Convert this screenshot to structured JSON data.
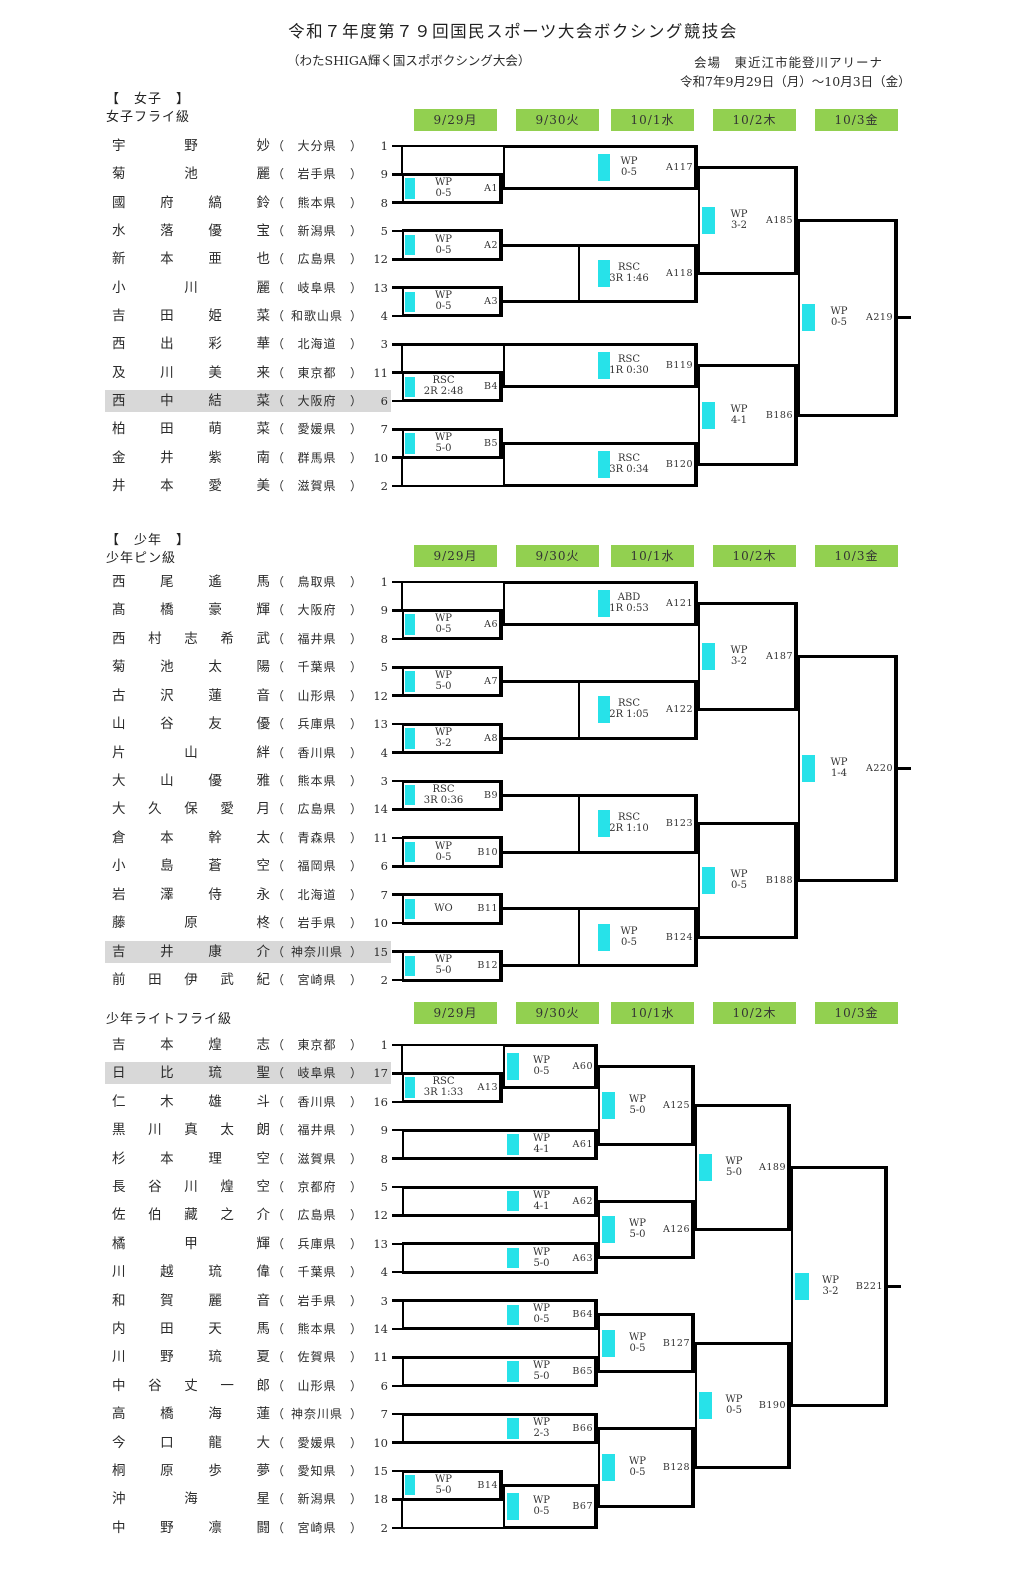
{
  "header": {
    "title": "令和７年度第７９回国民スポーツ大会ボクシング競技会",
    "subtitle": "（わたSHIGA輝く国スポボクシング大会）",
    "venue": "会場　東近江市能登川アリーナ",
    "dates": "令和7年9月29日（月）～10月3日（金）"
  },
  "day_labels": [
    "9/29月",
    "9/30火",
    "10/1水",
    "10/2木",
    "10/3金"
  ],
  "colors": {
    "badge_green": "#92d050",
    "cyan": "#27e2e9",
    "highlight": "#d8d8d8",
    "line": "#000000"
  },
  "sections": [
    {
      "group_label": "【　女子　】",
      "class_label": "女子フライ級",
      "entrants": [
        {
          "name": "宇野 妙",
          "pref": "大分県",
          "seed": "1",
          "highlight": false
        },
        {
          "name": "菊池 麗",
          "pref": "岩手県",
          "seed": "9",
          "highlight": false
        },
        {
          "name": "國府 縞鈴",
          "pref": "熊本県",
          "seed": "8",
          "highlight": false
        },
        {
          "name": "水落 優宝",
          "pref": "新潟県",
          "seed": "5",
          "highlight": false
        },
        {
          "name": "新本 亜也",
          "pref": "広島県",
          "seed": "12",
          "highlight": false
        },
        {
          "name": "小川 麗",
          "pref": "岐阜県",
          "seed": "13",
          "highlight": false
        },
        {
          "name": "吉田 姫菜",
          "pref": "和歌山県",
          "seed": "4",
          "highlight": false
        },
        {
          "name": "西出 彩華",
          "pref": "北海道",
          "seed": "3",
          "highlight": false
        },
        {
          "name": "及川 美来",
          "pref": "東京都",
          "seed": "11",
          "highlight": false
        },
        {
          "name": "西中 結菜",
          "pref": "大阪府",
          "seed": "6",
          "highlight": true
        },
        {
          "name": "柏田 萌菜",
          "pref": "愛媛県",
          "seed": "7",
          "highlight": false
        },
        {
          "name": "金井 紫南",
          "pref": "群馬県",
          "seed": "10",
          "highlight": false
        },
        {
          "name": "井本 愛美",
          "pref": "滋賀県",
          "seed": "2",
          "highlight": false
        }
      ],
      "matches": [
        {
          "id": "A1",
          "round": 1,
          "top": "e1",
          "bottom": "e2",
          "result": [
            "WP",
            "0-5"
          ]
        },
        {
          "id": "A2",
          "round": 1,
          "top": "e3",
          "bottom": "e4",
          "result": [
            "WP",
            "0-5"
          ]
        },
        {
          "id": "A3",
          "round": 1,
          "top": "e5",
          "bottom": "e6",
          "result": [
            "WP",
            "0-5"
          ]
        },
        {
          "id": "B4",
          "round": 1,
          "top": "e8",
          "bottom": "e9",
          "result": [
            "RSC",
            "2R 2:48"
          ]
        },
        {
          "id": "B5",
          "round": 1,
          "top": "e10",
          "bottom": "e11",
          "result": [
            "WP",
            "5-0"
          ]
        },
        {
          "id": "A117",
          "round": 2,
          "top": "e0",
          "bottom": "mA1",
          "result": [
            "WP",
            "0-5"
          ]
        },
        {
          "id": "A118",
          "round": 2,
          "top": "mA2",
          "bottom": "mA3",
          "result": [
            "RSC",
            "3R 1:46"
          ]
        },
        {
          "id": "B119",
          "round": 2,
          "top": "e7",
          "bottom": "mB4",
          "result": [
            "RSC",
            "1R 0:30"
          ]
        },
        {
          "id": "B120",
          "round": 2,
          "top": "mB5",
          "bottom": "e12",
          "result": [
            "RSC",
            "3R 0:34"
          ]
        },
        {
          "id": "A185",
          "round": 3,
          "top": "mA117",
          "bottom": "mA118",
          "result": [
            "WP",
            "3-2"
          ]
        },
        {
          "id": "B186",
          "round": 3,
          "top": "mB119",
          "bottom": "mB120",
          "result": [
            "WP",
            "4-1"
          ]
        },
        {
          "id": "A219",
          "round": 4,
          "top": "mA185",
          "bottom": "mB186",
          "result": [
            "WP",
            "0-5"
          ]
        }
      ]
    },
    {
      "group_label": "【　少年　】",
      "class_label": "少年ピン級",
      "entrants": [
        {
          "name": "西尾 遙馬",
          "pref": "鳥取県",
          "seed": "1",
          "highlight": false
        },
        {
          "name": "髙橋 豪輝",
          "pref": "大阪府",
          "seed": "9",
          "highlight": false
        },
        {
          "name": "西村 志希武",
          "pref": "福井県",
          "seed": "8",
          "highlight": false
        },
        {
          "name": "菊池 太陽",
          "pref": "千葉県",
          "seed": "5",
          "highlight": false
        },
        {
          "name": "古沢 蓮音",
          "pref": "山形県",
          "seed": "12",
          "highlight": false
        },
        {
          "name": "山谷 友優",
          "pref": "兵庫県",
          "seed": "13",
          "highlight": false
        },
        {
          "name": "片山 絆",
          "pref": "香川県",
          "seed": "4",
          "highlight": false
        },
        {
          "name": "大山 優雅",
          "pref": "熊本県",
          "seed": "3",
          "highlight": false
        },
        {
          "name": "大久保 愛月",
          "pref": "広島県",
          "seed": "14",
          "highlight": false
        },
        {
          "name": "倉本 幹太",
          "pref": "青森県",
          "seed": "11",
          "highlight": false
        },
        {
          "name": "小島 蒼空",
          "pref": "福岡県",
          "seed": "6",
          "highlight": false
        },
        {
          "name": "岩澤 侍永",
          "pref": "北海道",
          "seed": "7",
          "highlight": false
        },
        {
          "name": "藤原 柊",
          "pref": "岩手県",
          "seed": "10",
          "highlight": false
        },
        {
          "name": "吉井 康介",
          "pref": "神奈川県",
          "seed": "15",
          "highlight": true
        },
        {
          "name": "前田 伊武紀",
          "pref": "宮崎県",
          "seed": "2",
          "highlight": false
        }
      ],
      "matches": [
        {
          "id": "A6",
          "round": 1,
          "top": "e1",
          "bottom": "e2",
          "result": [
            "WP",
            "0-5"
          ]
        },
        {
          "id": "A7",
          "round": 1,
          "top": "e3",
          "bottom": "e4",
          "result": [
            "WP",
            "5-0"
          ]
        },
        {
          "id": "A8",
          "round": 1,
          "top": "e5",
          "bottom": "e6",
          "result": [
            "WP",
            "3-2"
          ]
        },
        {
          "id": "B9",
          "round": 1,
          "top": "e7",
          "bottom": "e8",
          "result": [
            "RSC",
            "3R 0:36"
          ]
        },
        {
          "id": "B10",
          "round": 1,
          "top": "e9",
          "bottom": "e10",
          "result": [
            "WP",
            "0-5"
          ]
        },
        {
          "id": "B11",
          "round": 1,
          "top": "e11",
          "bottom": "e12",
          "result": [
            "WO"
          ]
        },
        {
          "id": "B12",
          "round": 1,
          "top": "e13",
          "bottom": "e14",
          "result": [
            "WP",
            "5-0"
          ]
        },
        {
          "id": "A121",
          "round": 2,
          "top": "e0",
          "bottom": "mA6",
          "result": [
            "ABD",
            "1R 0:53"
          ]
        },
        {
          "id": "A122",
          "round": 2,
          "top": "mA7",
          "bottom": "mA8",
          "result": [
            "RSC",
            "2R 1:05"
          ]
        },
        {
          "id": "B123",
          "round": 2,
          "top": "mB9",
          "bottom": "mB10",
          "result": [
            "RSC",
            "2R 1:10"
          ]
        },
        {
          "id": "B124",
          "round": 2,
          "top": "mB11",
          "bottom": "mB12",
          "result": [
            "WP",
            "0-5"
          ]
        },
        {
          "id": "A187",
          "round": 3,
          "top": "mA121",
          "bottom": "mA122",
          "result": [
            "WP",
            "3-2"
          ]
        },
        {
          "id": "B188",
          "round": 3,
          "top": "mB123",
          "bottom": "mB124",
          "result": [
            "WP",
            "0-5"
          ]
        },
        {
          "id": "A220",
          "round": 4,
          "top": "mA187",
          "bottom": "mB188",
          "result": [
            "WP",
            "1-4"
          ]
        }
      ]
    },
    {
      "group_label": null,
      "class_label": "少年ライトフライ級",
      "entrants": [
        {
          "name": "吉本 煌志",
          "pref": "東京都",
          "seed": "1",
          "highlight": false
        },
        {
          "name": "日比 琉聖",
          "pref": "岐阜県",
          "seed": "17",
          "highlight": true
        },
        {
          "name": "仁木 雄斗",
          "pref": "香川県",
          "seed": "16",
          "highlight": false
        },
        {
          "name": "黒川 真太朗",
          "pref": "福井県",
          "seed": "9",
          "highlight": false
        },
        {
          "name": "杉本 理空",
          "pref": "滋賀県",
          "seed": "8",
          "highlight": false
        },
        {
          "name": "長谷川 煌空",
          "pref": "京都府",
          "seed": "5",
          "highlight": false
        },
        {
          "name": "佐伯 藏之介",
          "pref": "広島県",
          "seed": "12",
          "highlight": false
        },
        {
          "name": "橘 甲輝",
          "pref": "兵庫県",
          "seed": "13",
          "highlight": false
        },
        {
          "name": "川越 琉偉",
          "pref": "千葉県",
          "seed": "4",
          "highlight": false
        },
        {
          "name": "和賀 麗音",
          "pref": "岩手県",
          "seed": "3",
          "highlight": false
        },
        {
          "name": "内田 天馬",
          "pref": "熊本県",
          "seed": "14",
          "highlight": false
        },
        {
          "name": "川野 琉夏",
          "pref": "佐賀県",
          "seed": "11",
          "highlight": false
        },
        {
          "name": "中谷 丈一郎",
          "pref": "山形県",
          "seed": "6",
          "highlight": false
        },
        {
          "name": "高橋 海蓮",
          "pref": "神奈川県",
          "seed": "7",
          "highlight": false
        },
        {
          "name": "今口 龍大",
          "pref": "愛媛県",
          "seed": "10",
          "highlight": false
        },
        {
          "name": "桐原 歩夢",
          "pref": "愛知県",
          "seed": "15",
          "highlight": false
        },
        {
          "name": "沖 海星",
          "pref": "新潟県",
          "seed": "18",
          "highlight": false
        },
        {
          "name": "中野 凛闘",
          "pref": "宮崎県",
          "seed": "2",
          "highlight": false
        }
      ],
      "matches": [
        {
          "id": "A13",
          "round": 1,
          "top": "e1",
          "bottom": "e2",
          "result": [
            "RSC",
            "3R 1:33"
          ]
        },
        {
          "id": "B14",
          "round": 1,
          "top": "e15",
          "bottom": "e16",
          "result": [
            "WP",
            "5-0"
          ]
        },
        {
          "id": "A60",
          "round": 2,
          "top": "e0",
          "bottom": "mA13",
          "result": [
            "WP",
            "0-5"
          ]
        },
        {
          "id": "A61",
          "round": 2,
          "top": "e3",
          "bottom": "e4",
          "result": [
            "WP",
            "4-1"
          ]
        },
        {
          "id": "A62",
          "round": 2,
          "top": "e5",
          "bottom": "e6",
          "result": [
            "WP",
            "4-1"
          ]
        },
        {
          "id": "A63",
          "round": 2,
          "top": "e7",
          "bottom": "e8",
          "result": [
            "WP",
            "5-0"
          ]
        },
        {
          "id": "B64",
          "round": 2,
          "top": "e9",
          "bottom": "e10",
          "result": [
            "WP",
            "0-5"
          ]
        },
        {
          "id": "B65",
          "round": 2,
          "top": "e11",
          "bottom": "e12",
          "result": [
            "WP",
            "5-0"
          ]
        },
        {
          "id": "B66",
          "round": 2,
          "top": "e13",
          "bottom": "e14",
          "result": [
            "WP",
            "2-3"
          ]
        },
        {
          "id": "B67",
          "round": 2,
          "top": "mB14",
          "bottom": "e17",
          "result": [
            "WP",
            "0-5"
          ]
        },
        {
          "id": "A125",
          "round": 3,
          "top": "mA60",
          "bottom": "mA61",
          "result": [
            "WP",
            "5-0"
          ]
        },
        {
          "id": "A126",
          "round": 3,
          "top": "mA62",
          "bottom": "mA63",
          "result": [
            "WP",
            "5-0"
          ]
        },
        {
          "id": "B127",
          "round": 3,
          "top": "mB64",
          "bottom": "mB65",
          "result": [
            "WP",
            "0-5"
          ]
        },
        {
          "id": "B128",
          "round": 3,
          "top": "mB66",
          "bottom": "mB67",
          "result": [
            "WP",
            "0-5"
          ]
        },
        {
          "id": "A189",
          "round": 4,
          "top": "mA125",
          "bottom": "mA126",
          "result": [
            "WP",
            "5-0"
          ]
        },
        {
          "id": "B190",
          "round": 4,
          "top": "mB127",
          "bottom": "mB128",
          "result": [
            "WP",
            "0-5"
          ]
        },
        {
          "id": "B221",
          "round": 5,
          "top": "mA189",
          "bottom": "mB190",
          "result": [
            "WP",
            "3-2"
          ]
        }
      ]
    }
  ]
}
